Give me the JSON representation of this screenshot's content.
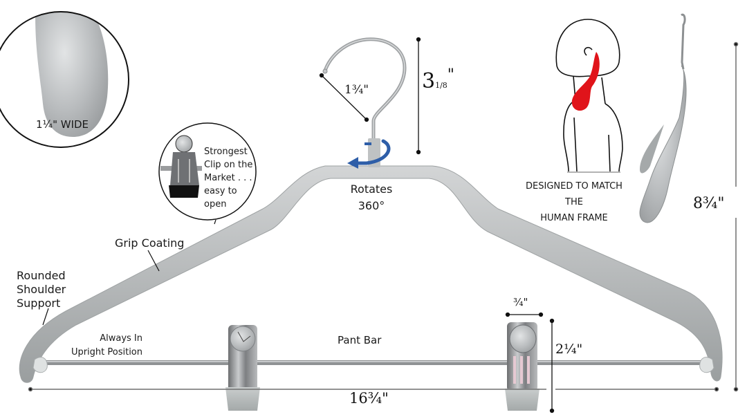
{
  "colors": {
    "hanger": "#b9bcbd",
    "hanger_dark": "#8e9293",
    "hook": "#a7a9aa",
    "bar": "#8d8f90",
    "rotate_arrow": "#2e5ea8",
    "highlight": "#e0141a",
    "line": "#111111",
    "dim_line": "#707070"
  },
  "callouts": {
    "shoulder_width": "1¼\" WIDE",
    "clip_note": [
      "Strongest",
      "Clip on the",
      "Market . . .",
      "easy to",
      "open"
    ],
    "grip_coating": "Grip Coating",
    "rounded_shoulder": [
      "Rounded",
      "Shoulder",
      "Support"
    ],
    "upright": [
      "Always In",
      "Upright Position"
    ],
    "pant_bar": "Pant Bar",
    "rotates": [
      "Rotates",
      "360°"
    ],
    "human_frame": [
      "DESIGNED TO MATCH",
      "THE",
      "HUMAN FRAME"
    ]
  },
  "dimensions": {
    "hook_opening": "1¾\"",
    "hook_height_whole": "3",
    "hook_height_frac": "1/8",
    "hook_height_mark": "\"",
    "total_height": "8¾\"",
    "clip_width": "¾\"",
    "clip_height": "2¼\"",
    "total_width": "16¾\""
  },
  "icons": {
    "rotate": "rotate-arrow-icon",
    "clip": "pant-clip-icon",
    "figure": "human-profile-icon"
  }
}
